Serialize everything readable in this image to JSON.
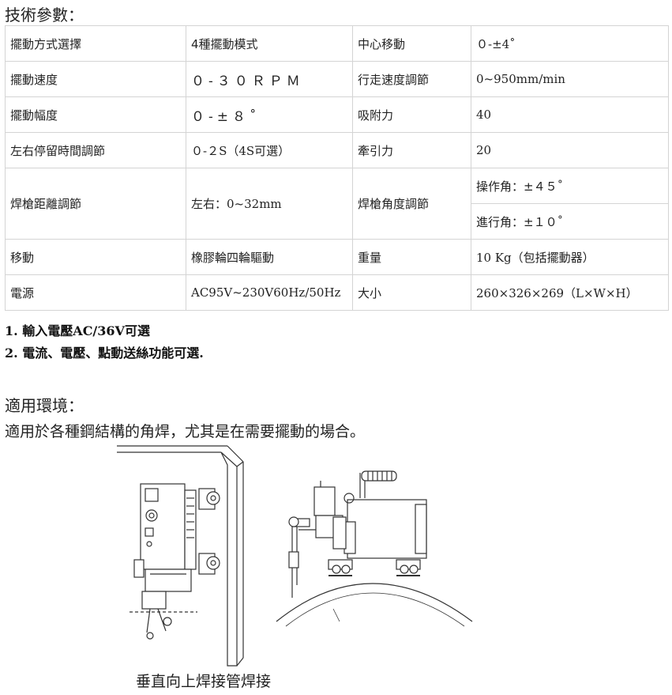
{
  "spec_heading": "技術參數：",
  "spec_rows": [
    {
      "l1": "擺動方式選擇",
      "v1": "4種擺動模式",
      "l2": "中心移動",
      "v2": "０-±4˚"
    },
    {
      "l1": "擺動速度",
      "v1": "０-３０ＲＰＭ",
      "l2": "行走速度調節",
      "v2": "0~950mm/min"
    },
    {
      "l1": "擺動幅度",
      "v1": "０-±８˚",
      "l2": "吸附力",
      "v2": "40"
    },
    {
      "l1": "左右停留時間調節",
      "v1": "０-２S（4S可選）",
      "l2": "牽引力",
      "v2": "20"
    },
    {
      "l1": "焊槍距離調節",
      "v1": "左右：0~32mm",
      "l2": "焊槍角度調節",
      "v2a": "操作角：±４５˚",
      "v2b": "進行角：±１０˚"
    },
    {
      "l1": "移動",
      "v1": "橡膠輪四輪驅動",
      "l2": "重量",
      "v2": "10 Kg（包括擺動器）"
    },
    {
      "l1": "電源",
      "v1": "AC95V~230V60Hz/50Hz",
      "l2": "大小",
      "v2": "260×326×269（L×W×H）"
    }
  ],
  "notes": [
    "1.  輸入電壓AC/36V可選",
    "2.  電流、電壓、點動送絲功能可選."
  ],
  "env_heading": "適用環境：",
  "env_desc": "適用於各種鋼結構的角焊，尤其是在需要擺動的場合。",
  "figure_caption": "垂直向上焊接管焊接"
}
